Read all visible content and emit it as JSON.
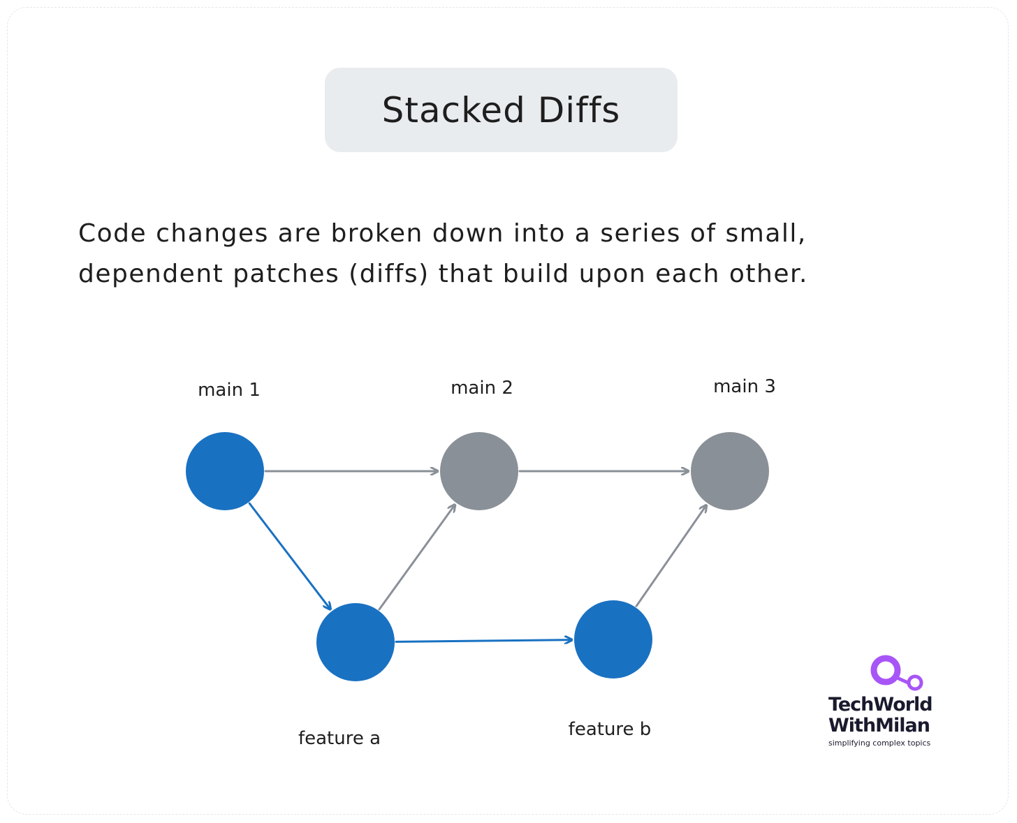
{
  "title": "Stacked Diffs",
  "description": {
    "line1": "Code changes are broken down into a series of small,",
    "line2": "dependent patches (diffs) that build upon each other."
  },
  "colors": {
    "main_node": "#8a9098",
    "feature_node": "#1971c2",
    "main_edge": "#8a9098",
    "feature_edge": "#1971c2",
    "title_bg": "#e9ecef",
    "logo_accent": "#a855f7"
  },
  "nodes": [
    {
      "id": "main1",
      "label": "main 1",
      "kind": "feature"
    },
    {
      "id": "main2",
      "label": "main 2",
      "kind": "main"
    },
    {
      "id": "main3",
      "label": "main 3",
      "kind": "main"
    },
    {
      "id": "featureA",
      "label": "feature a",
      "kind": "feature"
    },
    {
      "id": "featureB",
      "label": "feature b",
      "kind": "feature"
    }
  ],
  "edges": [
    {
      "from": "main1",
      "to": "main2",
      "kind": "main"
    },
    {
      "from": "main2",
      "to": "main3",
      "kind": "main"
    },
    {
      "from": "main1",
      "to": "featureA",
      "kind": "feature"
    },
    {
      "from": "featureA",
      "to": "main2",
      "kind": "main"
    },
    {
      "from": "featureA",
      "to": "featureB",
      "kind": "feature"
    },
    {
      "from": "featureB",
      "to": "main3",
      "kind": "main"
    }
  ],
  "logo": {
    "line1": "TechWorld",
    "line2": "WithMilan",
    "tagline": "simplifying complex topics",
    "icon": "magnifier-link-icon"
  }
}
